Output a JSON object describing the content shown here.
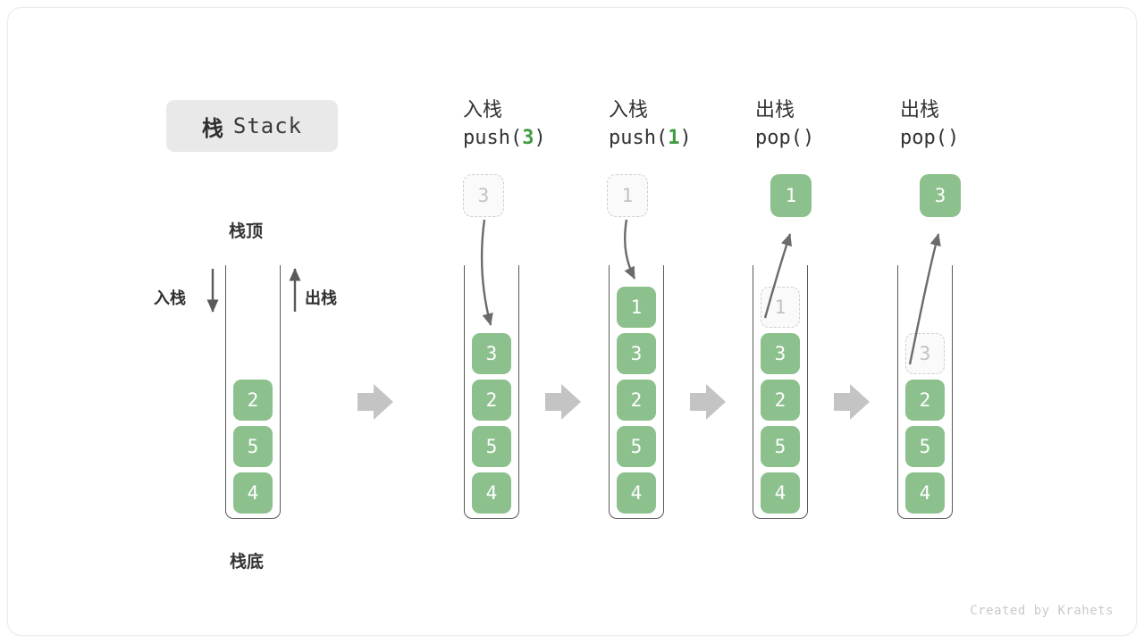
{
  "title": {
    "cn": "栈",
    "en": "Stack"
  },
  "labels": {
    "top": "栈顶",
    "bottom": "栈底",
    "push_side": "入栈",
    "pop_side": "出栈"
  },
  "credit": "Created by Krahets",
  "colors": {
    "cell_green": "#8cc08c",
    "arg_green": "#3f9c42",
    "ghost_border": "#cfcfcf",
    "container_stroke": "#5a5a5a",
    "separator_arrow": "#c4c4c4"
  },
  "separators": [
    {
      "name": "separator-1"
    },
    {
      "name": "separator-2"
    },
    {
      "name": "separator-3"
    },
    {
      "name": "separator-4"
    }
  ],
  "columns": [
    {
      "id": "initial",
      "head_line1": "",
      "head_line2": "",
      "head_arg": "",
      "cells": [
        {
          "value": "2",
          "state": "solid"
        },
        {
          "value": "5",
          "state": "solid"
        },
        {
          "value": "4",
          "state": "solid"
        }
      ],
      "float_box": null
    },
    {
      "id": "push-3",
      "head_line1": "入栈",
      "head_line2_pre": "push(",
      "head_arg": "3",
      "head_line2_post": ")",
      "cells": [
        {
          "value": "3",
          "state": "solid"
        },
        {
          "value": "2",
          "state": "solid"
        },
        {
          "value": "5",
          "state": "solid"
        },
        {
          "value": "4",
          "state": "solid"
        }
      ],
      "float_box": {
        "value": "3",
        "state": "ghost"
      },
      "arrow_dir": "down"
    },
    {
      "id": "push-1",
      "head_line1": "入栈",
      "head_line2_pre": "push(",
      "head_arg": "1",
      "head_line2_post": ")",
      "cells": [
        {
          "value": "1",
          "state": "solid"
        },
        {
          "value": "3",
          "state": "solid"
        },
        {
          "value": "2",
          "state": "solid"
        },
        {
          "value": "5",
          "state": "solid"
        },
        {
          "value": "4",
          "state": "solid"
        }
      ],
      "float_box": {
        "value": "1",
        "state": "ghost"
      },
      "arrow_dir": "down"
    },
    {
      "id": "pop-1",
      "head_line1": "出栈",
      "head_line2_pre": "pop(",
      "head_arg": "",
      "head_line2_post": ")",
      "cells": [
        {
          "value": "1",
          "state": "ghost"
        },
        {
          "value": "3",
          "state": "solid"
        },
        {
          "value": "2",
          "state": "solid"
        },
        {
          "value": "5",
          "state": "solid"
        },
        {
          "value": "4",
          "state": "solid"
        }
      ],
      "float_box": {
        "value": "1",
        "state": "solid"
      },
      "arrow_dir": "up"
    },
    {
      "id": "pop-3",
      "head_line1": "出栈",
      "head_line2_pre": "pop(",
      "head_arg": "",
      "head_line2_post": ")",
      "cells": [
        {
          "value": "3",
          "state": "ghost"
        },
        {
          "value": "2",
          "state": "solid"
        },
        {
          "value": "5",
          "state": "solid"
        },
        {
          "value": "4",
          "state": "solid"
        }
      ],
      "float_box": {
        "value": "3",
        "state": "solid"
      },
      "arrow_dir": "up"
    }
  ]
}
